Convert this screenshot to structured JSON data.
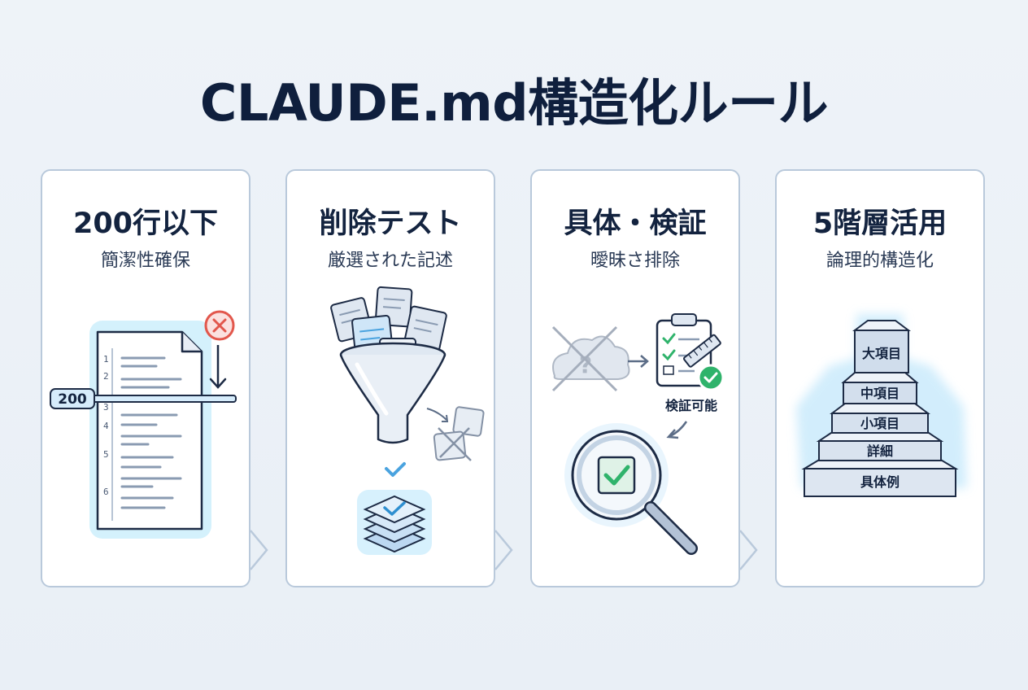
{
  "title": "CLAUDE.md構造化ルール",
  "cards": [
    {
      "title": "200行以下",
      "subtitle": "簡潔性確保",
      "limit_label": "200",
      "line_numbers": [
        "1",
        "2",
        "3",
        "4",
        "5",
        "6"
      ]
    },
    {
      "title": "削除テスト",
      "subtitle": "厳選された記述"
    },
    {
      "title": "具体・検証",
      "subtitle": "曖昧さ排除",
      "verify_label": "検証可能"
    },
    {
      "title": "5階層活用",
      "subtitle": "論理的構造化",
      "levels": [
        "大項目",
        "中項目",
        "小項目",
        "詳細",
        "具体例"
      ]
    }
  ],
  "colors": {
    "accent": "#4aa3df",
    "glow": "#bfe6fb",
    "check": "#2fb36b",
    "cross": "#e2574c",
    "card_border": "#b9c9db"
  }
}
